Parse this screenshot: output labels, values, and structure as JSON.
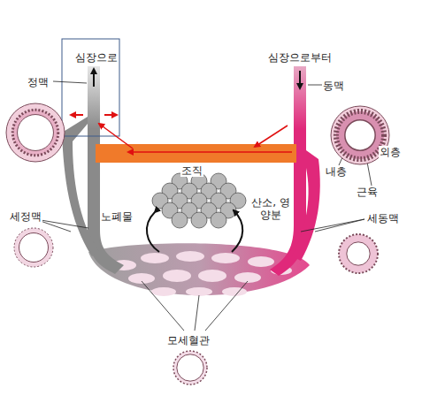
{
  "diagram": {
    "labels": [
      "심장으로",
      "심장으로부터",
      "정맥",
      "동맥",
      "내층",
      "외층",
      "근육",
      "조직",
      "노폐물",
      "산소, 영양분",
      "세정맥",
      "세동맥",
      "모세혈관"
    ]
  }
}
